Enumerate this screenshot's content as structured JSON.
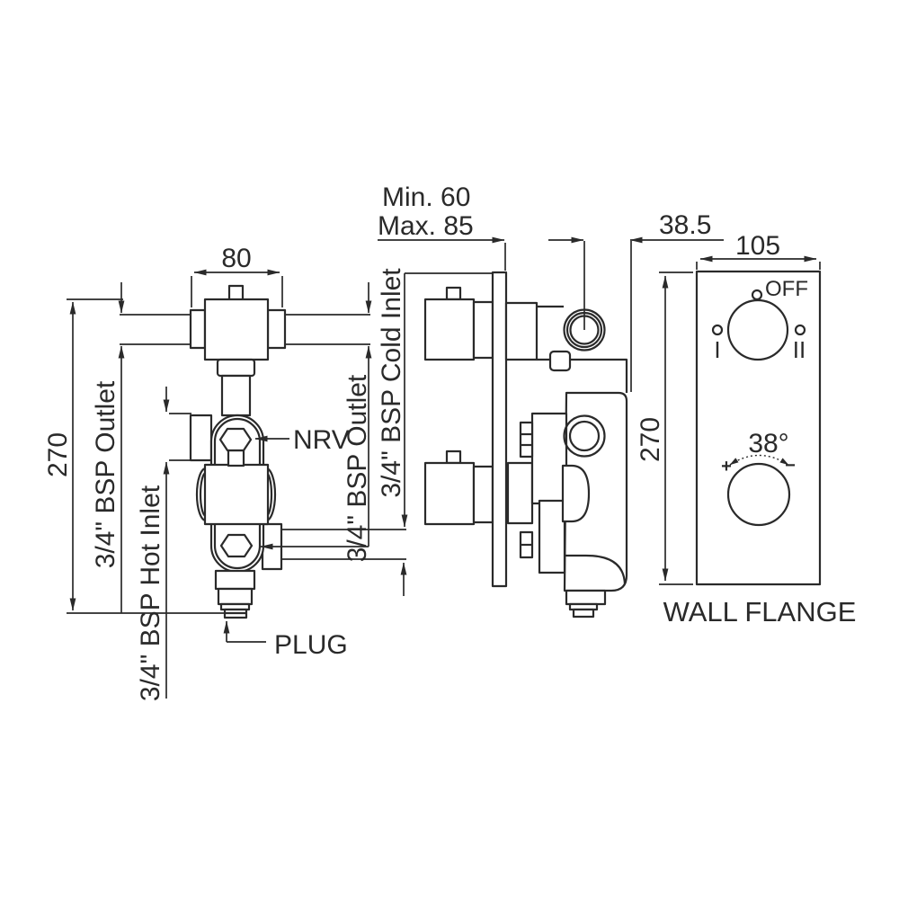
{
  "drawing": {
    "colors": {
      "line": "#2a2a2a",
      "background": "#ffffff"
    },
    "front_view": {
      "dim_height": "270",
      "dim_width": "80",
      "label_outlet_left": "3/4\" BSP Outlet",
      "label_hot_inlet": "3/4\" BSP Hot Inlet",
      "label_nrv": "NRV",
      "label_plug": "PLUG"
    },
    "side_view": {
      "dim_depth_min": "Min. 60",
      "dim_depth_max": "Max. 85",
      "dim_offset": "38.5",
      "label_outlet_right": "3/4\" BSP Outlet",
      "label_cold_inlet": "3/4\" BSP Cold Inlet"
    },
    "wall_flange_view": {
      "dim_width": "105",
      "dim_height": "270",
      "caption": "WALL FLANGE",
      "dial_top": {
        "off": "OFF",
        "position_1": "I",
        "position_2": "II"
      },
      "dial_bottom": {
        "temperature": "38°",
        "plus": "+",
        "minus": "−"
      }
    }
  }
}
